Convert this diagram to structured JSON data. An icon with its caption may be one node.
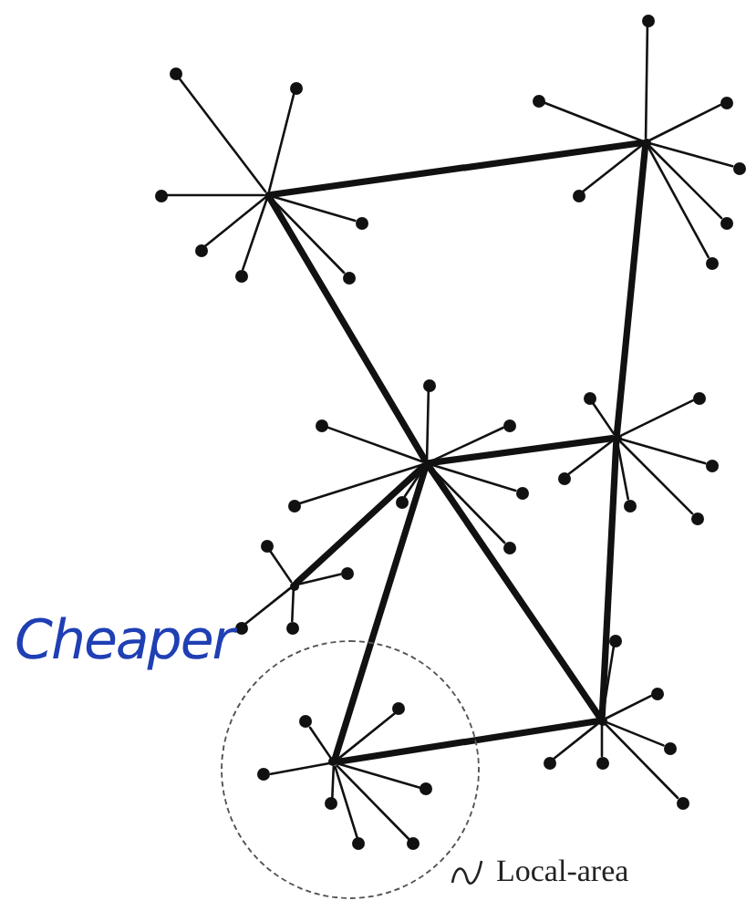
{
  "diagram": {
    "nodes": [
      {
        "text": [],
        "shape": "circle"
      },
      {
        "text": [],
        "shape": "circle"
      },
      {
        "text": [],
        "shape": "circle"
      },
      {
        "text": [],
        "shape": "circle"
      },
      {
        "text": [],
        "shape": "circle"
      },
      {
        "text": [],
        "shape": "circle"
      },
      {
        "text": [],
        "shape": "circle"
      },
      {
        "text": [],
        "shape": "circle"
      },
      {
        "text": [],
        "shape": "circle"
      },
      {
        "text": [],
        "shape": "circle"
      },
      {
        "text": [],
        "shape": "circle"
      },
      {
        "text": [],
        "shape": "circle"
      },
      {
        "text": [],
        "shape": "circle"
      },
      {
        "text": [],
        "shape": "circle"
      },
      {
        "text": [],
        "shape": "circle"
      },
      {
        "text": [],
        "shape": "circle"
      },
      {
        "text": [],
        "shape": "circle"
      },
      {
        "text": [],
        "shape": "circle"
      },
      {
        "text": [],
        "shape": "circle"
      },
      {
        "text": [],
        "shape": "circle"
      },
      {
        "text": [],
        "shape": "circle"
      },
      {
        "text": [],
        "shape": "circle"
      },
      {
        "text": [],
        "shape": "circle"
      },
      {
        "text": [],
        "shape": "circle"
      },
      {
        "text": [],
        "shape": "circle"
      },
      {
        "text": [],
        "shape": "circle"
      },
      {
        "text": [],
        "shape": "circle"
      },
      {
        "text": [],
        "shape": "circle"
      },
      {
        "text": [],
        "shape": "circle"
      },
      {
        "text": [],
        "shape": "circle"
      },
      {
        "text": [],
        "shape": "circle"
      },
      {
        "text": [],
        "shape": "circle"
      },
      {
        "text": [],
        "shape": "circle"
      },
      {
        "text": [],
        "shape": "circle"
      },
      {
        "text": [],
        "shape": "circle"
      },
      {
        "text": [],
        "shape": "circle"
      },
      {
        "text": [],
        "shape": "circle",
        "beside": [
          "Local-area"
        ]
      },
      {
        "text": [],
        "shape": "circle",
        "in": 36
      },
      {
        "text": [],
        "shape": "circle",
        "in": 36
      },
      {
        "text": [],
        "shape": "circle",
        "in": 36
      },
      {
        "text": [],
        "shape": "circle",
        "in": 36
      },
      {
        "text": [],
        "shape": "circle",
        "in": 36
      },
      {
        "text": [],
        "shape": "circle",
        "in": 36
      },
      {
        "text": [],
        "shape": "circle",
        "in": 36
      },
      {
        "text": [],
        "shape": "circle",
        "in": 36
      },
      {
        "text": [],
        "shape": "circle"
      },
      {
        "text": [],
        "shape": "circle"
      },
      {
        "text": [],
        "shape": "circle"
      },
      {
        "text": [],
        "shape": "circle"
      },
      {
        "text": [],
        "shape": "circle"
      },
      {
        "text": [],
        "shape": "circle"
      },
      {
        "text": [],
        "shape": "circle"
      }
    ],
    "edges": [
      {
        "from": 0,
        "to": 1,
        "arrow": "none"
      },
      {
        "from": 0,
        "to": 2,
        "arrow": "none"
      },
      {
        "from": 0,
        "to": 3,
        "arrow": "none"
      },
      {
        "from": 0,
        "to": 4,
        "arrow": "none"
      },
      {
        "from": 0,
        "to": 5,
        "arrow": "none"
      },
      {
        "from": 0,
        "to": 6,
        "arrow": "none"
      },
      {
        "from": 0,
        "to": 7,
        "arrow": "none"
      },
      {
        "from": 8,
        "to": 9,
        "arrow": "none"
      },
      {
        "from": 8,
        "to": 10,
        "arrow": "none"
      },
      {
        "from": 8,
        "to": 11,
        "arrow": "none"
      },
      {
        "from": 8,
        "to": 12,
        "arrow": "none"
      },
      {
        "from": 8,
        "to": 13,
        "arrow": "none"
      },
      {
        "from": 8,
        "to": 14,
        "arrow": "none"
      },
      {
        "from": 8,
        "to": 15,
        "arrow": "none"
      },
      {
        "from": 16,
        "to": 17,
        "arrow": "none"
      },
      {
        "from": 16,
        "to": 18,
        "arrow": "none"
      },
      {
        "from": 16,
        "to": 19,
        "arrow": "none"
      },
      {
        "from": 16,
        "to": 20,
        "arrow": "none"
      },
      {
        "from": 16,
        "to": 21,
        "arrow": "none"
      },
      {
        "from": 16,
        "to": 22,
        "arrow": "none"
      },
      {
        "from": 16,
        "to": 23,
        "arrow": "none"
      },
      {
        "from": 24,
        "to": 25,
        "arrow": "none"
      },
      {
        "from": 24,
        "to": 26,
        "arrow": "none"
      },
      {
        "from": 24,
        "to": 27,
        "arrow": "none"
      },
      {
        "from": 24,
        "to": 28,
        "arrow": "none"
      },
      {
        "from": 24,
        "to": 29,
        "arrow": "none"
      },
      {
        "from": 24,
        "to": 30,
        "arrow": "none"
      },
      {
        "from": 31,
        "to": 32,
        "arrow": "none"
      },
      {
        "from": 31,
        "to": 33,
        "arrow": "none"
      },
      {
        "from": 31,
        "to": 34,
        "arrow": "none"
      },
      {
        "from": 31,
        "to": 35,
        "arrow": "none"
      },
      {
        "from": 37,
        "to": 38,
        "arrow": "none"
      },
      {
        "from": 37,
        "to": 39,
        "arrow": "none"
      },
      {
        "from": 37,
        "to": 40,
        "arrow": "none"
      },
      {
        "from": 37,
        "to": 41,
        "arrow": "none"
      },
      {
        "from": 37,
        "to": 42,
        "arrow": "none"
      },
      {
        "from": 37,
        "to": 43,
        "arrow": "none"
      },
      {
        "from": 37,
        "to": 44,
        "arrow": "none"
      },
      {
        "from": 45,
        "to": 46,
        "arrow": "none"
      },
      {
        "from": 45,
        "to": 47,
        "arrow": "none"
      },
      {
        "from": 45,
        "to": 48,
        "arrow": "none"
      },
      {
        "from": 45,
        "to": 49,
        "arrow": "none"
      },
      {
        "from": 45,
        "to": 50,
        "arrow": "none"
      },
      {
        "from": 45,
        "to": 51,
        "arrow": "none"
      },
      {
        "from": 0,
        "to": 8,
        "arrow": "none",
        "style": "thick"
      },
      {
        "from": 0,
        "to": 16,
        "arrow": "none",
        "style": "thick"
      },
      {
        "from": 8,
        "to": 24,
        "arrow": "none",
        "style": "thick"
      },
      {
        "from": 16,
        "to": 24,
        "arrow": "none",
        "style": "thick"
      },
      {
        "from": 16,
        "to": 31,
        "arrow": "none",
        "style": "thick"
      },
      {
        "from": 16,
        "to": 37,
        "arrow": "none",
        "style": "thick"
      },
      {
        "from": 16,
        "to": 45,
        "arrow": "none",
        "style": "thick"
      },
      {
        "from": 24,
        "to": 45,
        "arrow": "none",
        "style": "thick"
      },
      {
        "from": 37,
        "to": 45,
        "arrow": "none",
        "style": "thick"
      }
    ],
    "labels": [
      "Cheaper"
    ]
  }
}
